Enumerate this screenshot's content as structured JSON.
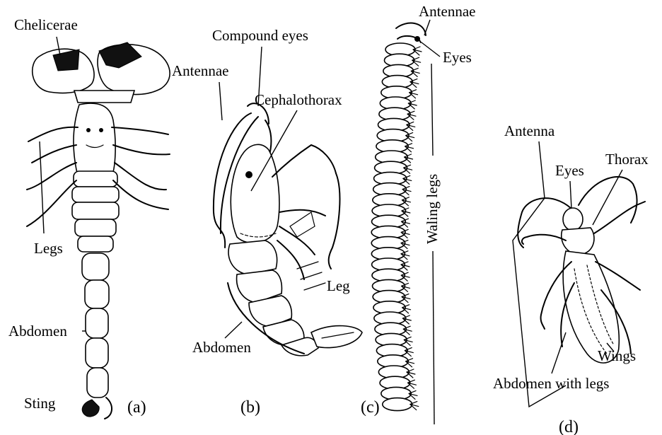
{
  "figures": {
    "a": {
      "caption": "(a)",
      "labels": {
        "chelicerae": "Chelicerae",
        "legs": "Legs",
        "abdomen": "Abdomen",
        "sting": "Sting"
      }
    },
    "b": {
      "caption": "(b)",
      "labels": {
        "compound_eyes": "Compound eyes",
        "antennae": "Antennae",
        "cephalothorax": "Cephalothorax",
        "leg": "Leg",
        "abdomen": "Abdomen"
      }
    },
    "c": {
      "caption": "(c)",
      "labels": {
        "antennae": "Antennae",
        "eyes": "Eyes",
        "walking_legs": "Waling legs"
      }
    },
    "d": {
      "caption": "(d)",
      "labels": {
        "antenna": "Antenna",
        "eyes": "Eyes",
        "thorax": "Thorax",
        "wings": "Wings",
        "abdomen_with_legs": "Abdomen with legs"
      }
    }
  }
}
